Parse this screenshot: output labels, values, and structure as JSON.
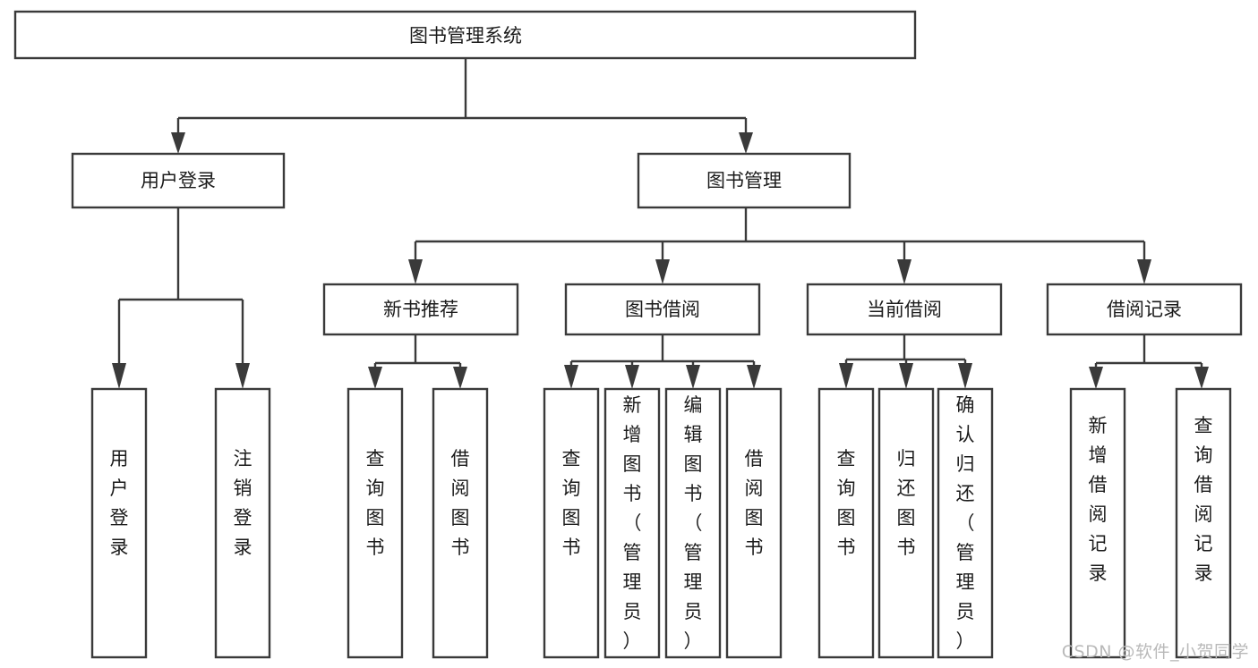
{
  "diagram": {
    "type": "tree-hierarchy",
    "title": "图书管理系统",
    "watermark": "CSDN @软件_小贺同学",
    "colors": {
      "stroke": "#3a3a3a",
      "fill": "#ffffff",
      "text": "#1b1b1b",
      "watermark": "#b9b9b9",
      "background": "#ffffff"
    },
    "nodes": {
      "root": {
        "label": "图书管理系统",
        "level": 0,
        "orientation": "horizontal"
      },
      "user_login": {
        "label": "用户登录",
        "level": 1,
        "orientation": "horizontal"
      },
      "book_manage": {
        "label": "图书管理",
        "level": 1,
        "orientation": "horizontal"
      },
      "new_book_rec": {
        "label": "新书推荐",
        "level": 2,
        "orientation": "horizontal"
      },
      "book_borrow": {
        "label": "图书借阅",
        "level": 2,
        "orientation": "horizontal"
      },
      "current_borrow": {
        "label": "当前借阅",
        "level": 2,
        "orientation": "horizontal"
      },
      "borrow_record": {
        "label": "借阅记录",
        "level": 2,
        "orientation": "horizontal"
      },
      "leaf_user_login": {
        "label": "用户登录",
        "level": 3,
        "orientation": "vertical"
      },
      "leaf_user_logout": {
        "label": "注销登录",
        "level": 3,
        "orientation": "vertical"
      },
      "leaf_query_book_1": {
        "label": "查询图书",
        "level": 3,
        "orientation": "vertical"
      },
      "leaf_borrow_book_1": {
        "label": "借阅图书",
        "level": 3,
        "orientation": "vertical"
      },
      "leaf_query_book_2": {
        "label": "查询图书",
        "level": 3,
        "orientation": "vertical"
      },
      "leaf_add_book": {
        "label": "新增图书（管理员）",
        "level": 3,
        "orientation": "vertical"
      },
      "leaf_edit_book": {
        "label": "编辑图书（管理员）",
        "level": 3,
        "orientation": "vertical"
      },
      "leaf_borrow_book_2": {
        "label": "借阅图书",
        "level": 3,
        "orientation": "vertical"
      },
      "leaf_query_book_3": {
        "label": "查询图书",
        "level": 3,
        "orientation": "vertical"
      },
      "leaf_return_book": {
        "label": "归还图书",
        "level": 3,
        "orientation": "vertical"
      },
      "leaf_confirm_return": {
        "label": "确认归还（管理员）",
        "level": 3,
        "orientation": "vertical"
      },
      "leaf_add_record": {
        "label": "新增借阅记录",
        "level": 3,
        "orientation": "vertical"
      },
      "leaf_query_record": {
        "label": "查询借阅记录",
        "level": 3,
        "orientation": "vertical"
      }
    },
    "edges": [
      {
        "from": "root",
        "to": "user_login"
      },
      {
        "from": "root",
        "to": "book_manage"
      },
      {
        "from": "user_login",
        "to": "leaf_user_login"
      },
      {
        "from": "user_login",
        "to": "leaf_user_logout"
      },
      {
        "from": "book_manage",
        "to": "new_book_rec"
      },
      {
        "from": "book_manage",
        "to": "book_borrow"
      },
      {
        "from": "book_manage",
        "to": "current_borrow"
      },
      {
        "from": "book_manage",
        "to": "borrow_record"
      },
      {
        "from": "new_book_rec",
        "to": "leaf_query_book_1"
      },
      {
        "from": "new_book_rec",
        "to": "leaf_borrow_book_1"
      },
      {
        "from": "book_borrow",
        "to": "leaf_query_book_2"
      },
      {
        "from": "book_borrow",
        "to": "leaf_add_book"
      },
      {
        "from": "book_borrow",
        "to": "leaf_edit_book"
      },
      {
        "from": "book_borrow",
        "to": "leaf_borrow_book_2"
      },
      {
        "from": "current_borrow",
        "to": "leaf_query_book_3"
      },
      {
        "from": "current_borrow",
        "to": "leaf_return_book"
      },
      {
        "from": "current_borrow",
        "to": "leaf_confirm_return"
      },
      {
        "from": "borrow_record",
        "to": "leaf_add_record"
      },
      {
        "from": "borrow_record",
        "to": "leaf_query_record"
      }
    ]
  }
}
